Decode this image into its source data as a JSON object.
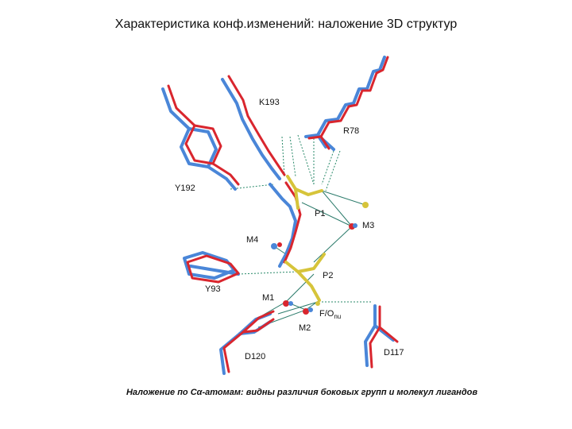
{
  "slide": {
    "title": "Характеристика конф.изменений: наложение 3D структур",
    "caption": "Наложение по Cα-атомам: видны различия боковых групп и молекул лигандов"
  },
  "figure": {
    "labels": {
      "k193": "K193",
      "r78": "R78",
      "y192": "Y192",
      "p1": "P1",
      "m3": "M3",
      "m4": "M4",
      "y93": "Y93",
      "p2": "P2",
      "m1": "M1",
      "f_onu_main": "F/O",
      "f_onu_sub": "nu",
      "m2": "M2",
      "d120": "D120",
      "d117": "D117"
    },
    "colors": {
      "structure_a": "#d9262e",
      "structure_b": "#4a86d8",
      "ligand": "#d6c43a",
      "contact": "#2a8a6a"
    }
  }
}
